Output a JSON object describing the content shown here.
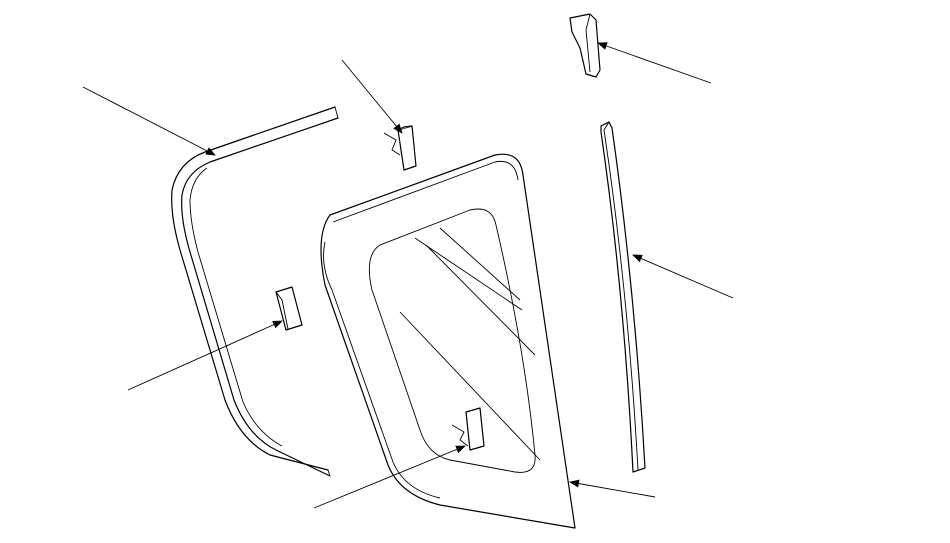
{
  "diagram": {
    "type": "exploded-parts-drawing",
    "line_color": "#000000",
    "background": "#ffffff",
    "parts": [
      {
        "id": "molding-left"
      },
      {
        "id": "clip-top"
      },
      {
        "id": "end-cap"
      },
      {
        "id": "vertical-strip"
      },
      {
        "id": "clip-left"
      },
      {
        "id": "clip-glass"
      },
      {
        "id": "quarter-glass"
      }
    ]
  }
}
